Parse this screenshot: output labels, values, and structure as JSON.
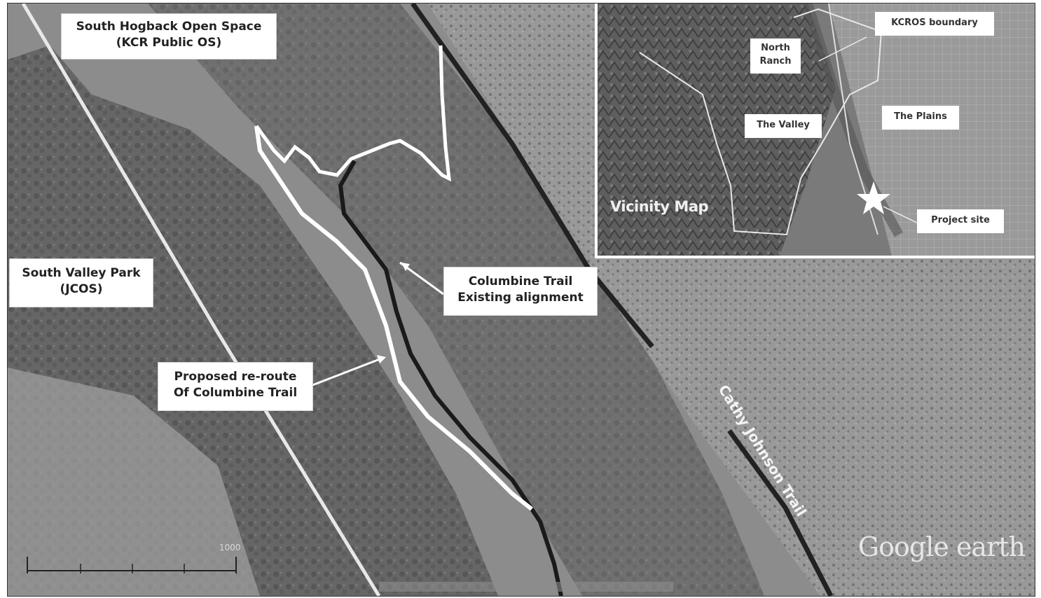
{
  "callouts": {
    "south_hogback": [
      "South Hogback Open Space",
      "(KCR Public OS)"
    ],
    "south_valley": [
      "South Valley Park",
      "(JCOS)"
    ],
    "columbine_existing": [
      "Columbine Trail",
      "Existing alignment"
    ],
    "proposed_reroute": [
      "Proposed re-route",
      "Of Columbine Trail"
    ]
  },
  "map_labels": {
    "cathy_johnson": "Cathy Johnson Trail",
    "google_earth": "Google earth",
    "scale_label": "1000"
  },
  "inset": {
    "title": "Vicinity Map",
    "kcros_boundary": "KCROS boundary",
    "north_ranch": [
      "North",
      "Ranch"
    ],
    "the_valley": "The Valley",
    "the_plains": "The Plains",
    "project_site": "Project site"
  },
  "colors": {
    "proposed_trail": "#ffffff",
    "existing_trail": "#1a1a1a",
    "callout_bg": "#ffffff"
  }
}
